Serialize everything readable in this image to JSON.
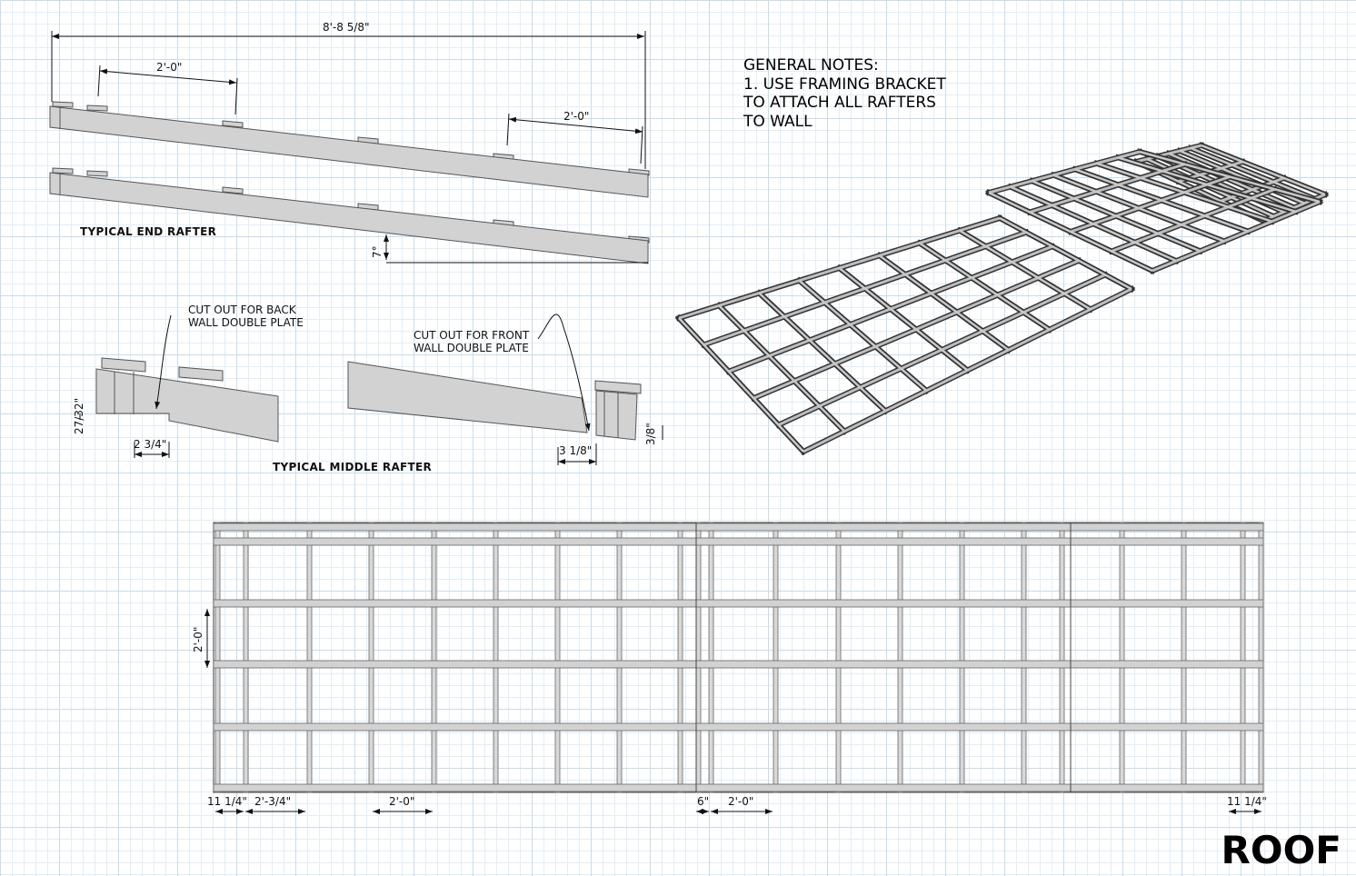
{
  "general_notes": {
    "title": "GENERAL NOTES:",
    "lines": [
      "1. USE FRAMING BRACKET",
      "TO ATTACH ALL RAFTERS",
      "TO WALL"
    ]
  },
  "end_rafter": {
    "label": "TYPICAL END RAFTER",
    "overall_dim": "8'-8 5/8\"",
    "spacing_left": "2'-0\"",
    "spacing_right": "2'-0\"",
    "angle": "7°"
  },
  "middle_rafter": {
    "label": "TYPICAL MIDDLE RAFTER",
    "note_back": [
      "CUT OUT FOR BACK",
      "WALL DOUBLE PLATE"
    ],
    "note_front": [
      "CUT OUT FOR FRONT",
      "WALL DOUBLE PLATE"
    ],
    "dim_height": "27/32\"",
    "dim_back": "2 3/4\"",
    "dim_front": "3 1/8\"",
    "dim_depth": "3/8\""
  },
  "plan": {
    "dim_side": "2'-0\"",
    "dims": [
      "11 1/4\"",
      "2'-3/4\"",
      "2'-0\"",
      "6\"",
      "2'-0\"",
      "11 1/4\""
    ]
  },
  "title": "ROOF",
  "colors": {
    "wood": "#d2d2d2",
    "line": "#555555",
    "grid": "#c9dcea"
  }
}
